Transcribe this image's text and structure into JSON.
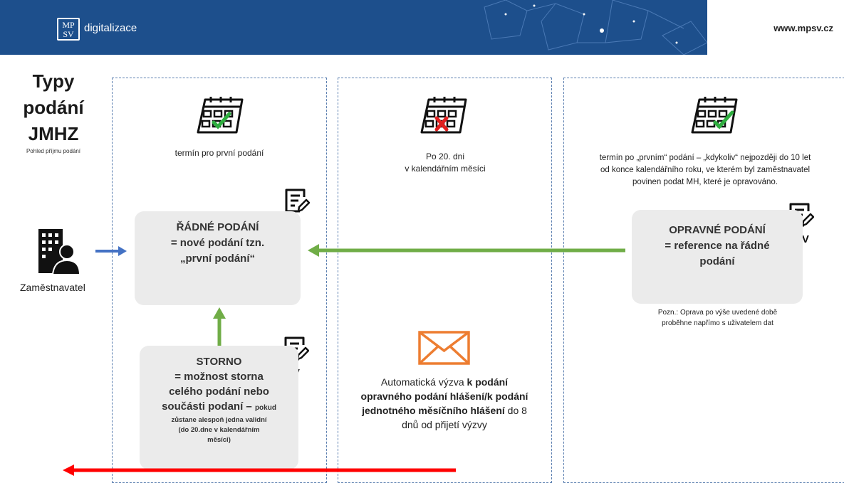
{
  "header": {
    "logo_line1": "MP",
    "logo_line2": "SV",
    "logo_text": "digitalizace",
    "site": "www.mpsv.cz",
    "bg_color": "#1d4f8c"
  },
  "title_lines": [
    "Typy",
    "podání",
    "JMHZ"
  ],
  "subtitle": "Pohled příjmu podání",
  "employer_label": "Zaměstnavatel",
  "columns": {
    "first": {
      "calendar_label": "termín pro první podání",
      "main_box": {
        "line1": "ŘÁDNÉ PODÁNÍ",
        "line2": "= nové podání tzn.",
        "line3": "„první podání“"
      },
      "storno_box": {
        "line1": "STORNO",
        "line2": "= možnost storna",
        "line3": "celého podání nebo",
        "line4": "součásti podaní –",
        "line4_small": "pokud",
        "small1": "zůstane alespoň jedna validní",
        "small2": "(do 20.dne v kalendářním",
        "small3": "měsíci)"
      }
    },
    "middle": {
      "calendar_line1": "Po 20. dni",
      "calendar_line2": "v kalendářním měsíci",
      "mail_pre": "Automatická výzva ",
      "mail_bold1": "k podání",
      "mail_bold2": "opravného podání hlášení/k podání",
      "mail_bold3": "jednotného měsíčního hlášení",
      "mail_post3": " do 8",
      "mail_line4": "dnů od přijetí výzvy"
    },
    "right": {
      "calendar_line1": "termín po „prvním“ podání – „kdykoliv“ nejpozději do 10 let",
      "calendar_line2": "od konce kalendářního roku, ve kterém byl zaměstnavatel",
      "calendar_line3": "povinen podat MH, které je opravováno.",
      "box": {
        "line1": "OPRAVNÉ PODÁNÍ",
        "line2": "= reference na řádné",
        "line3": "podání"
      },
      "note_line1": "Pozn.: Oprava po výše uvedené době",
      "note_line2": "proběhne napřímo s uživatelem dat"
    }
  },
  "dv_label": "DV",
  "icons": [
    "calendar-check-icon",
    "calendar-cross-icon",
    "calendar-check-icon",
    "document-edit-icon",
    "envelope-icon",
    "office-person-icon"
  ],
  "colors": {
    "green_arrow": "#70ad47",
    "blue_arrow": "#4472c4",
    "red_arrow": "#ff0000",
    "envelope": "#ed7d31",
    "box_bg": "#ebebeb"
  }
}
